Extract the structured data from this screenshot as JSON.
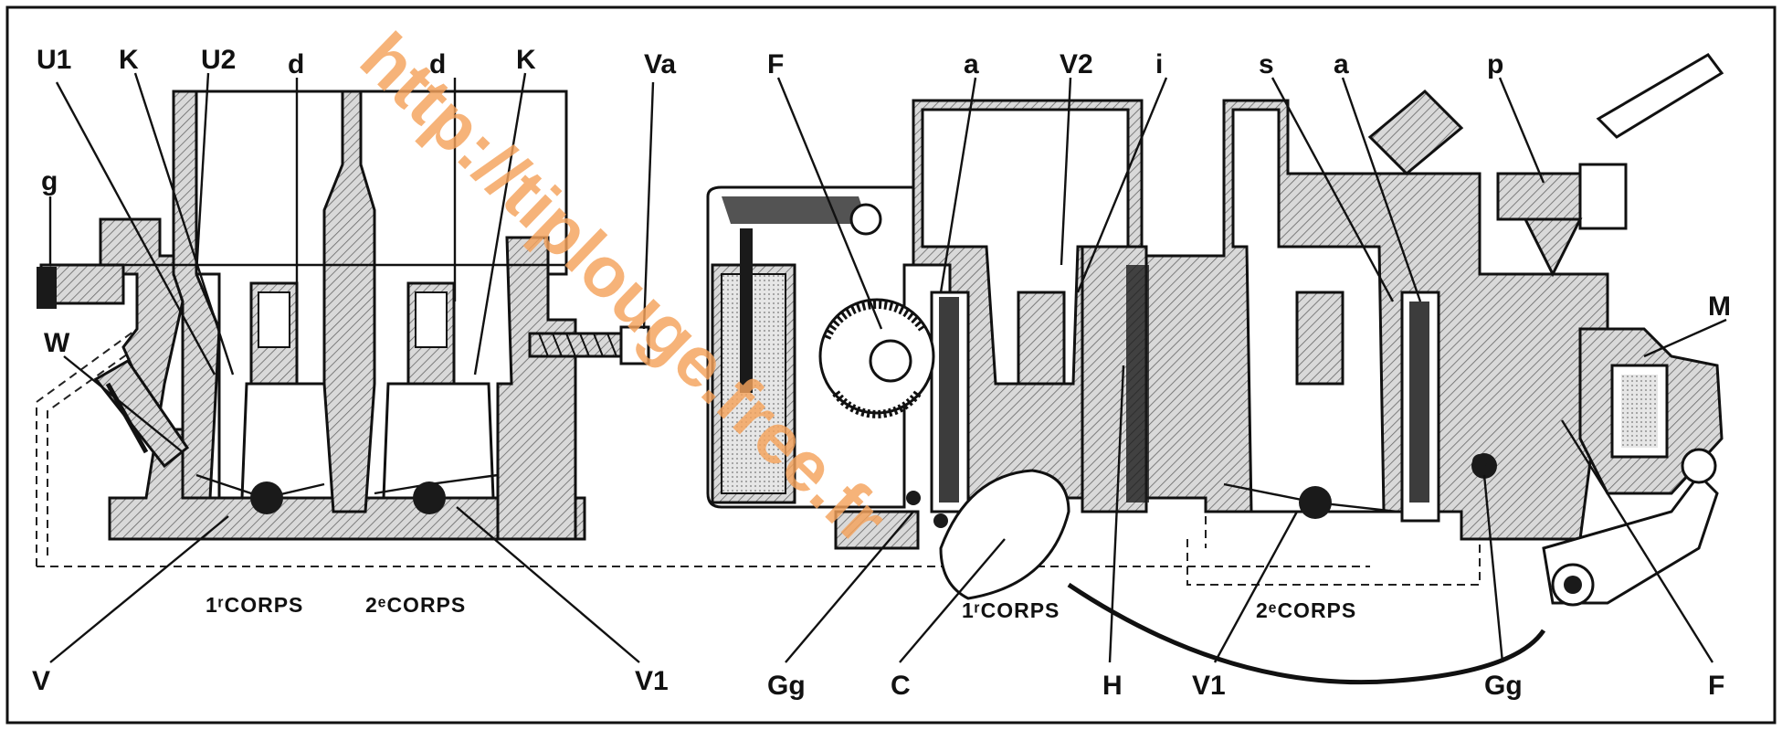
{
  "diagram": {
    "labels_left": {
      "U1": "U1",
      "K_left": "K",
      "U2": "U2",
      "d_left": "d",
      "d_right": "d",
      "K_right": "K",
      "Va": "Va",
      "g": "g",
      "W": "W",
      "V": "V",
      "V1_left": "V1"
    },
    "labels_right": {
      "F_top": "F",
      "a_left": "a",
      "V2": "V2",
      "i": "i",
      "s": "s",
      "a_right": "a",
      "p": "p",
      "M": "M",
      "Gg_left": "Gg",
      "C": "C",
      "H": "H",
      "V1_right": "V1",
      "Gg_right": "Gg",
      "F_bottom": "F"
    },
    "corps_left": {
      "first": "1ʳCORPS",
      "second": "2ᵉCORPS"
    },
    "corps_right": {
      "first": "1ʳCORPS",
      "second": "2ᵉCORPS"
    },
    "watermark": "http://tiplouge.free.fr"
  },
  "colors": {
    "ink": "#111111",
    "hatch_bg": "#d9d9d9",
    "watermark": "#f5a35c",
    "background": "#ffffff"
  }
}
